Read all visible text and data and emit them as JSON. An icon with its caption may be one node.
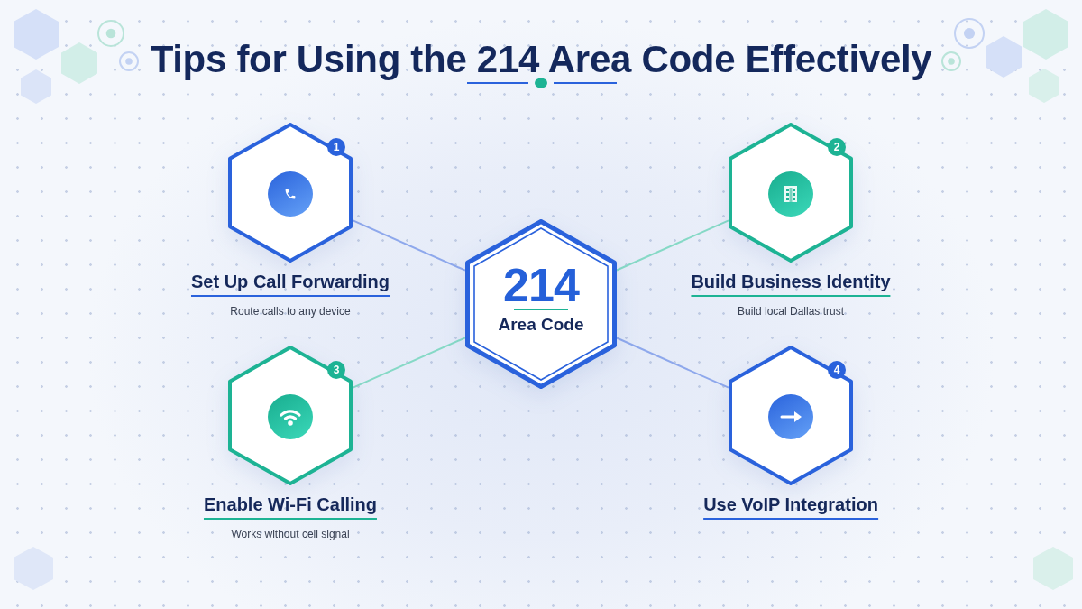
{
  "diagram": {
    "title": "Tips for Using the 214 Area Code Effectively",
    "nodes": [
      {
        "text": [
          "1",
          "Set Up Call Forwarding"
        ],
        "beside": [
          "Route calls to any device"
        ]
      },
      {
        "text": [
          "2",
          "Build Business Identity"
        ],
        "beside": [
          "Build local Dallas trust"
        ]
      },
      {
        "text": [
          "214",
          "Area Code"
        ]
      },
      {
        "text": [
          "3",
          "Enable Wi-Fi Calling"
        ],
        "beside": [
          "Works without cell signal"
        ]
      },
      {
        "text": [
          "4",
          "Use VoIP Integration"
        ]
      }
    ],
    "edges": [
      {
        "from": 2,
        "to": 0,
        "arrow": "none",
        "color": "#8ea8ec"
      },
      {
        "from": 2,
        "to": 1,
        "arrow": "none",
        "color": "#86d9c6"
      },
      {
        "from": 2,
        "to": 3,
        "arrow": "none",
        "color": "#86d9c6"
      },
      {
        "from": 2,
        "to": 4,
        "arrow": "none",
        "color": "#8ea8ec"
      }
    ]
  }
}
